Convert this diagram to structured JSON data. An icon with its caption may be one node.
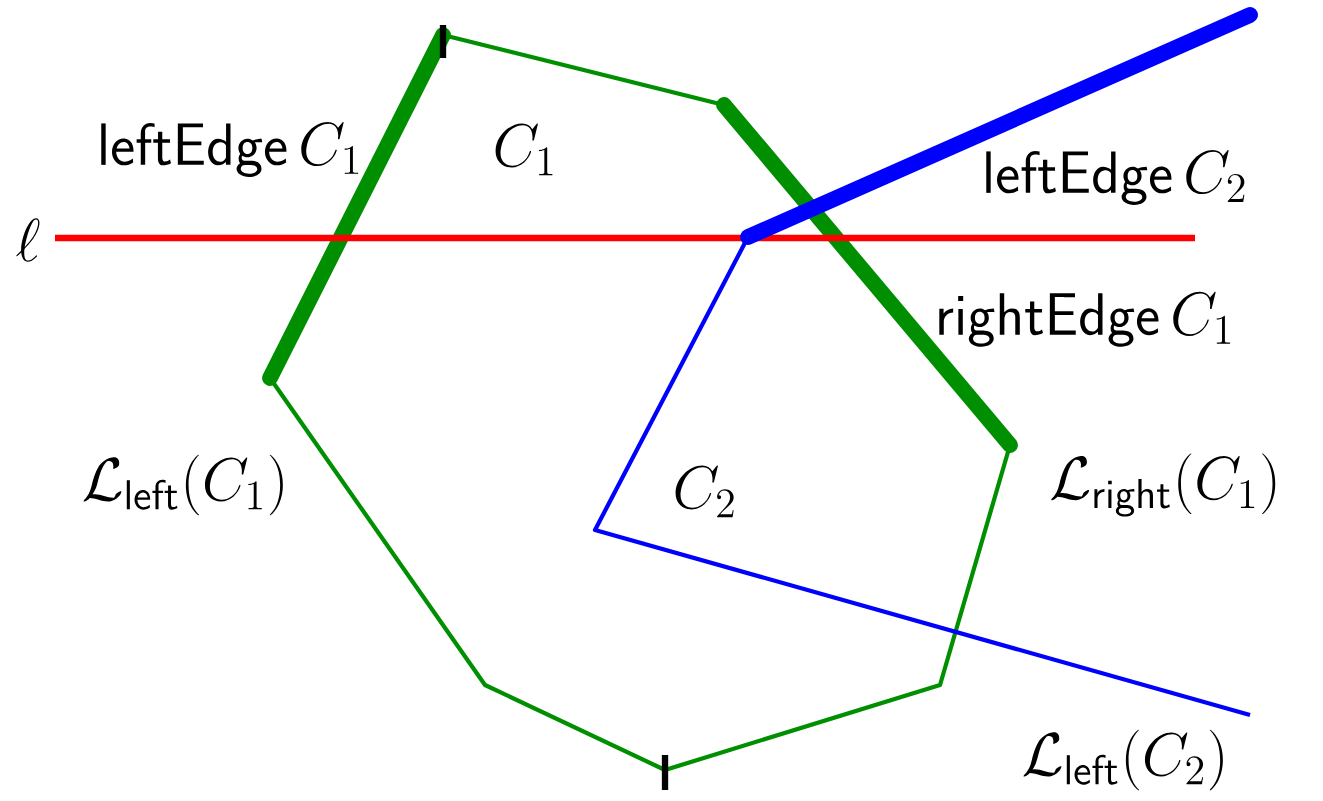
{
  "diagram": {
    "labels": [
      "\\mathsf{leftEdge}\\,C_1",
      "C_1",
      "\\mathsf{leftEdge}\\,C_2",
      "\\ell",
      "\\mathsf{rightEdge}\\,C_1",
      "\\mathcal{L}_{\\mathsf{left}}(C_1)",
      "C_2",
      "\\mathcal{L}_{\\mathsf{right}}(C_1)",
      "\\mathcal{L}_{\\mathsf{left}}(C_2)"
    ]
  }
}
